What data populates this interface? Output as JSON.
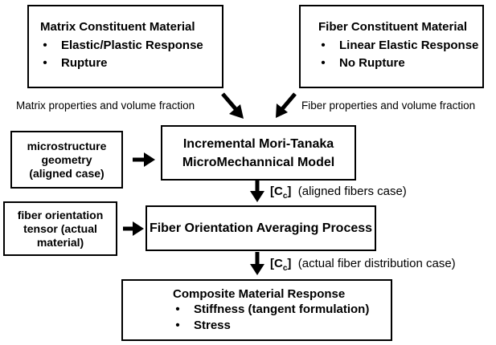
{
  "matrix_box": {
    "title": "Matrix Constituent Material",
    "items": [
      "Elastic/Plastic Response",
      "Rupture"
    ],
    "bullet": "•"
  },
  "fiber_box": {
    "title": "Fiber Constituent Material",
    "items": [
      "Linear Elastic Response",
      "No Rupture"
    ],
    "bullet": "•"
  },
  "labels": {
    "matrix_props": "Matrix properties and volume fraction",
    "fiber_props": "Fiber properties and volume fraction"
  },
  "micro_box": {
    "lines": [
      "microstructure",
      "geometry",
      "(aligned case)"
    ]
  },
  "mt_box": {
    "lines": [
      "Incremental Mori-Tanaka",
      "MicroMechannical Model"
    ]
  },
  "cc1": {
    "symbol": "[C",
    "subscript": "c",
    "close": "]",
    "caption": "(aligned fibers case)"
  },
  "orient_tensor_box": {
    "lines": [
      "fiber orientation",
      "tensor (actual",
      "material)"
    ]
  },
  "foa_box": {
    "title": "Fiber Orientation Averaging Process"
  },
  "cc2": {
    "symbol": "[C",
    "subscript": "c",
    "close": "]",
    "caption": "(actual fiber distribution case)"
  },
  "composite_box": {
    "title": "Composite Material Response",
    "items": [
      "Stiffness (tangent formulation)",
      "Stress"
    ],
    "bullet": "•"
  }
}
